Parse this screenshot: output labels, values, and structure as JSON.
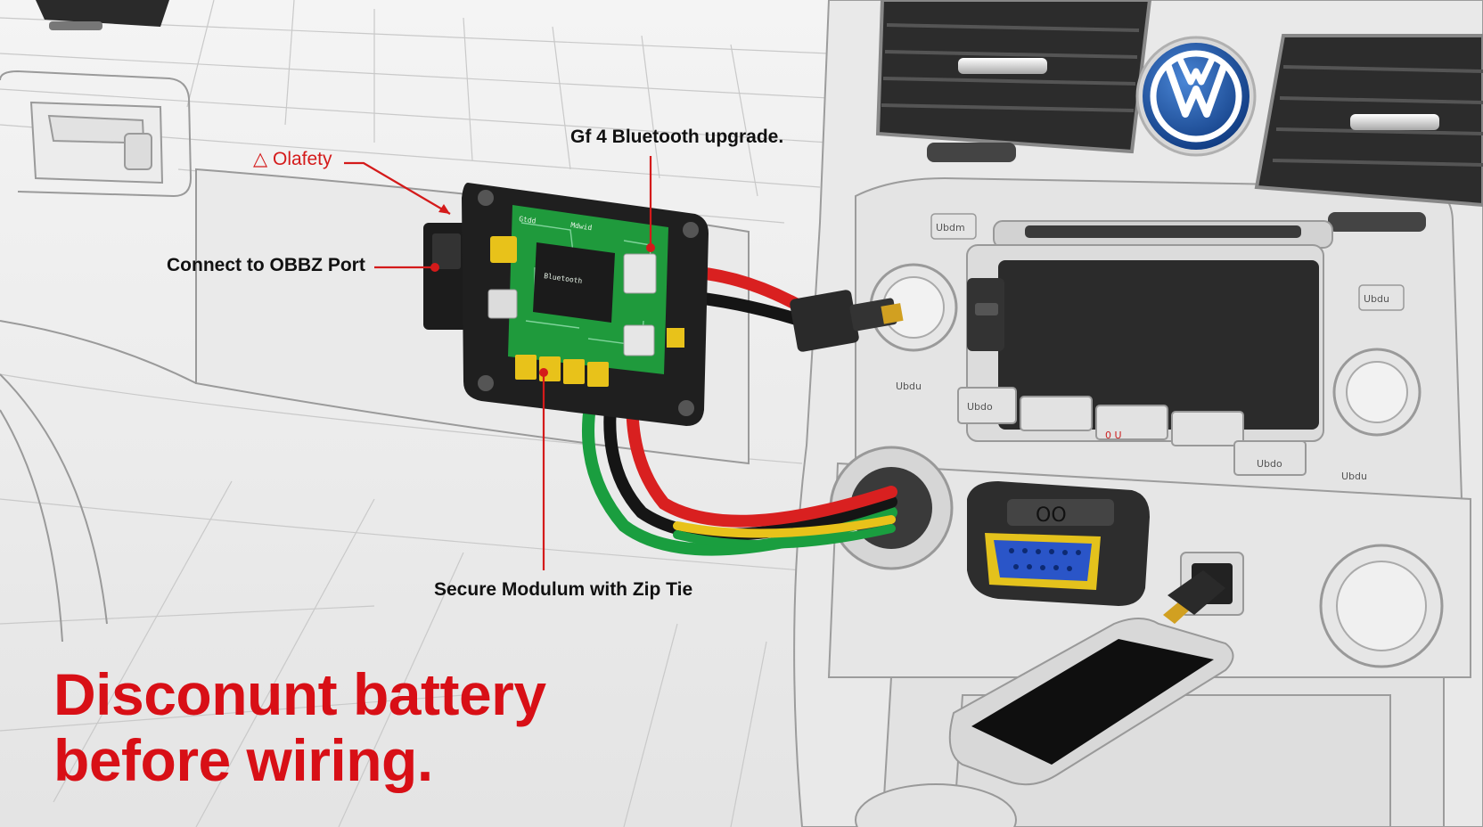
{
  "callouts": {
    "safety": "Olafety",
    "safety_icon": "warning-triangle-icon",
    "bluetooth": "Gf 4 Bluetooth upgrade.",
    "obd_port": "Connect to OBBZ Port",
    "zip_tie": "Secure Modulum with Zip Tie"
  },
  "warning": {
    "line1": "Disconunt battery",
    "line2": "before wiring."
  },
  "panel_labels": {
    "radio_top_left": "Ubdm",
    "radio_top_right": "Ubdu",
    "radio_left": "Ubdu",
    "button_1": "Ubdo",
    "button_center": "0 U",
    "button_right": "Ubdo",
    "lower_right": "Ubdu"
  },
  "colors": {
    "accent_red": "#d80f16",
    "pcb_green": "#1f9a3c",
    "wire_red": "#d92020",
    "wire_green": "#1a9e3f",
    "wire_yellow": "#e8c21a",
    "obd_blue": "#2a55c8",
    "vw_blue": "#1d4f9c"
  }
}
